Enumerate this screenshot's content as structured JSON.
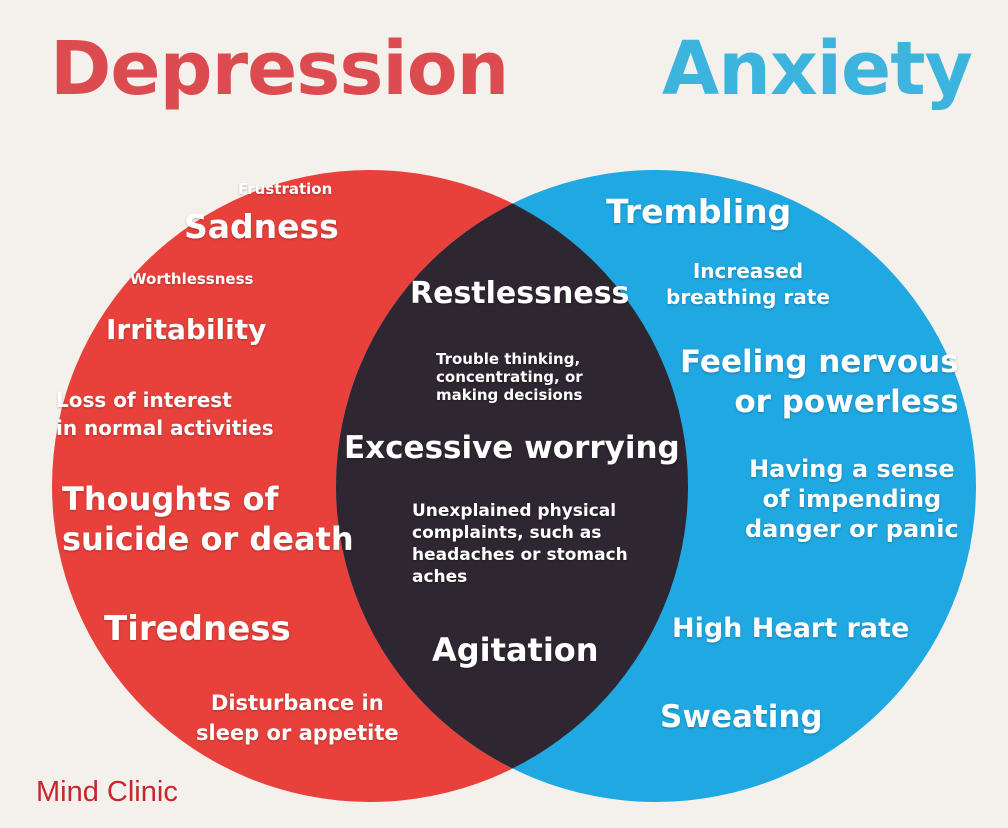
{
  "titles": {
    "left": "Depression",
    "right": "Anxiety"
  },
  "depression": {
    "frustration": "Frustration",
    "sadness": "Sadness",
    "worthlessness": "Worthlessness",
    "irritability": "Irritability",
    "loss_of_interest": "Loss of interest\nin normal activities",
    "thoughts": "Thoughts of\nsuicide or death",
    "tiredness": "Tiredness",
    "disturbance": "Disturbance in\nsleep or appetite"
  },
  "overlap": {
    "restlessness": "Restlessness",
    "trouble_thinking": "Trouble thinking,\nconcentrating, or\nmaking decisions",
    "excessive_worrying": "Excessive worrying",
    "unexplained": "Unexplained physical\ncomplaints, such as\nheadaches or stomach\naches",
    "agitation": "Agitation"
  },
  "anxiety": {
    "trembling": "Trembling",
    "breathing": "Increased\nbreathing rate",
    "nervous": "Feeling nervous\nor powerless",
    "impending": "Having a sense\nof impending\ndanger or panic",
    "heart_rate": "High Heart rate",
    "sweating": "Sweating"
  },
  "colors": {
    "depression": "#e8413c",
    "anxiety": "#1fa8e2",
    "overlap": "#2e2630",
    "title_depression": "#dc4b4f",
    "title_anxiety": "#3cb4dd",
    "brand": "#c8262c"
  },
  "brand": "Mind Clinic"
}
